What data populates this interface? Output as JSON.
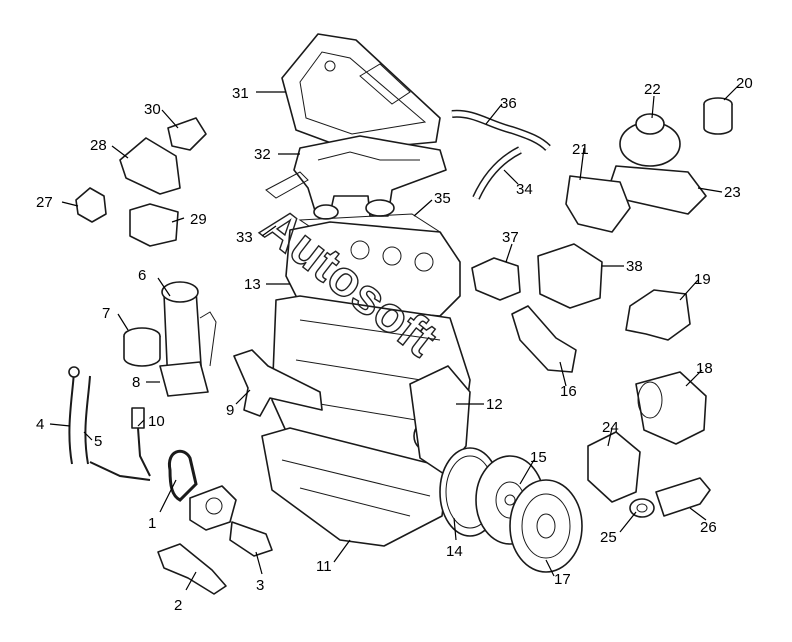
{
  "diagram": {
    "watermark": "Autosoft",
    "callouts": [
      "1",
      "2",
      "3",
      "4",
      "5",
      "6",
      "7",
      "8",
      "9",
      "10",
      "11",
      "12",
      "13",
      "14",
      "15",
      "16",
      "17",
      "18",
      "19",
      "20",
      "21",
      "22",
      "23",
      "24",
      "25",
      "26",
      "27",
      "28",
      "29",
      "30",
      "31",
      "32",
      "33",
      "34",
      "35",
      "36",
      "37",
      "38"
    ]
  }
}
